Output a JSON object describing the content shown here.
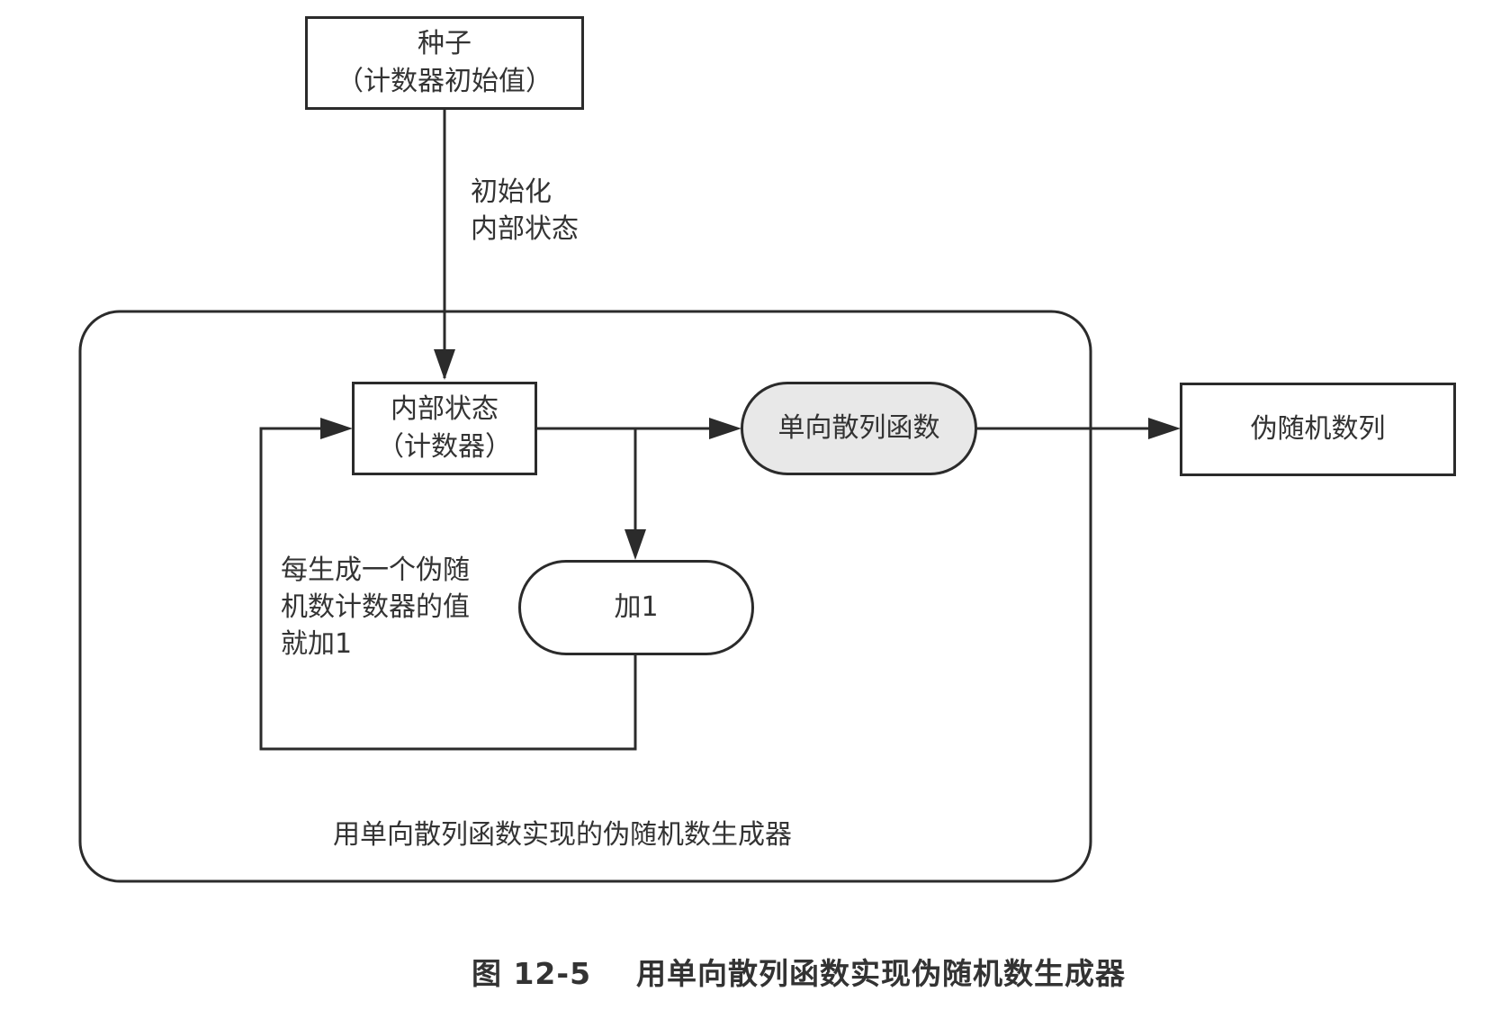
{
  "nodes": {
    "seed": {
      "line1": "种子",
      "line2": "（计数器初始值）"
    },
    "state": {
      "line1": "内部状态",
      "line2": "（计数器）"
    },
    "hash": {
      "label": "单向散列函数"
    },
    "increment": {
      "label": "加1"
    },
    "output": {
      "label": "伪随机数列"
    }
  },
  "labels": {
    "init_line1": "初始化",
    "init_line2": "内部状态",
    "loop_line1": "每生成一个伪随",
    "loop_line2": "机数计数器的值",
    "loop_line3": "就加1",
    "container": "用单向散列函数实现的伪随机数生成器"
  },
  "caption": {
    "number": "图 12-5",
    "text": "用单向散列函数实现伪随机数生成器"
  },
  "colors": {
    "stroke": "#2b2b2b",
    "hash_fill": "#e8e8e8"
  }
}
